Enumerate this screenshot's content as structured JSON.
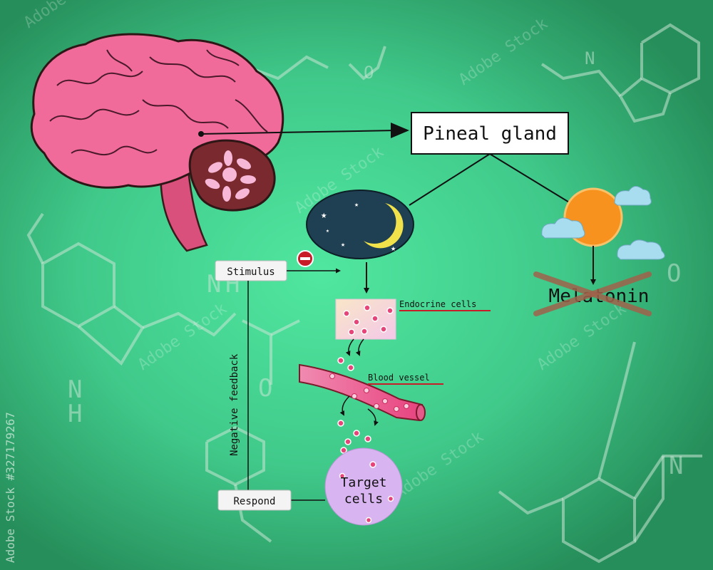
{
  "labels": {
    "pineal_gland": "Pineal gland",
    "stimulus": "Stimulus",
    "endocrine_cells": "Endocrine cells",
    "blood_vessel": "Blood vessel",
    "melatonin": "Melatonin",
    "negative_feedback": "Negative feedback",
    "respond": "Respond",
    "target_line1": "Target",
    "target_line2": "cells"
  },
  "watermark": {
    "text": "Adobe Stock",
    "side_id": "#327179267"
  },
  "colors": {
    "background_center": "#4fe39e",
    "background_edge": "#2a9a62",
    "brain_pink": "#f06a9a",
    "brainstem": "#d9507c",
    "night": "#1f3f52",
    "moon": "#f1e14a",
    "sun": "#f7921e",
    "target_cells": "#d8b4f0",
    "cross_brown": "#a0614a"
  }
}
